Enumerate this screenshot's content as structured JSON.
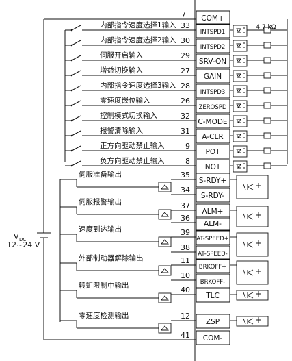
{
  "resistor_label": "4.7 kΩ",
  "supply": {
    "label_v": "V",
    "label_sub": "DC",
    "voltage": "12~24 V"
  },
  "top_pin": {
    "num": "7",
    "sig": "COM+"
  },
  "inputs": [
    {
      "label": "内部指令速度选择1输入",
      "num": "33",
      "sig": "INTSPD1"
    },
    {
      "label": "内部指令速度选择2输入",
      "num": "30",
      "sig": "INTSPD2"
    },
    {
      "label": "伺服开启输入",
      "num": "29",
      "sig": "SRV-ON"
    },
    {
      "label": "增益切换输入",
      "num": "27",
      "sig": "GAIN"
    },
    {
      "label": "内部指令速度选择3输入",
      "num": "28",
      "sig": "INTSPD3"
    },
    {
      "label": "零速度嵌位输入",
      "num": "26",
      "sig": "ZEROSPD"
    },
    {
      "label": "控制模式切换输入",
      "num": "32",
      "sig": "C-MODE"
    },
    {
      "label": "报警清除输入",
      "num": "31",
      "sig": "A-CLR"
    },
    {
      "label": "正方向驱动禁止输入",
      "num": "9",
      "sig": "POT"
    },
    {
      "label": "负方向驱动禁止输入",
      "num": "8",
      "sig": "NOT"
    }
  ],
  "outputs": [
    {
      "label": "伺服准备输出",
      "pins": [
        {
          "num": "35",
          "sig": "S-RDY+"
        },
        {
          "num": "34",
          "sig": "S-RDY-"
        }
      ]
    },
    {
      "label": "伺服报警输出",
      "pins": [
        {
          "num": "37",
          "sig": "ALM+"
        },
        {
          "num": "36",
          "sig": "ALM-"
        }
      ]
    },
    {
      "label": "速度到达输出",
      "pins": [
        {
          "num": "39",
          "sig": "AT-SPEED+"
        },
        {
          "num": "38",
          "sig": "AT-SPEED-"
        }
      ]
    },
    {
      "label": "外部制动器解除输出",
      "pins": [
        {
          "num": "11",
          "sig": "BRKOFF+"
        },
        {
          "num": "10",
          "sig": "BRKOFF-"
        }
      ]
    },
    {
      "label": "转矩限制中输出",
      "pins": [
        {
          "num": "40",
          "sig": "TLC"
        }
      ]
    },
    {
      "label": "零速度检测输出",
      "pins": [
        {
          "num": "12",
          "sig": "ZSP"
        }
      ]
    }
  ],
  "bottom_pin": {
    "num": "41",
    "sig": "COM-"
  }
}
